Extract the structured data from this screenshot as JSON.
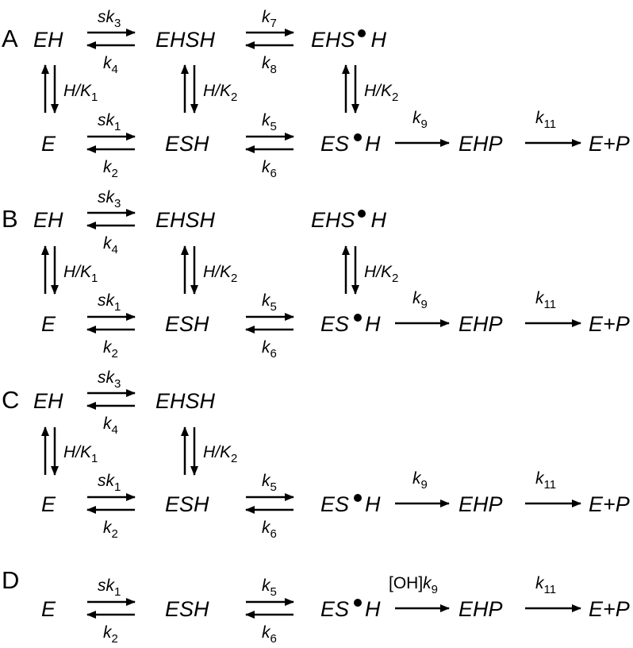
{
  "panels": [
    {
      "letter": "A",
      "top": {
        "EH": "EH",
        "EHSH": "EHSH",
        "EHS": "EHS",
        "H": "H"
      },
      "bottom": {
        "E": "E",
        "ESH": "ESH",
        "ES": "ES",
        "H": "H",
        "EHP": "EHP",
        "EP": "E+P"
      },
      "rates": {
        "t1_top_s": "s",
        "t1_top_k": "k",
        "t1_top_n": "3",
        "t1_bot_k": "k",
        "t1_bot_n": "4",
        "t2_top_k": "k",
        "t2_top_n": "7",
        "t2_bot_k": "k",
        "t2_bot_n": "8",
        "b1_top_s": "s",
        "b1_top_k": "k",
        "b1_top_n": "1",
        "b1_bot_k": "k",
        "b1_bot_n": "2",
        "b2_top_k": "k",
        "b2_top_n": "5",
        "b2_bot_k": "k",
        "b2_bot_n": "6",
        "b3_k": "k",
        "b3_n": "9",
        "b4_k": "k",
        "b4_n": "11"
      },
      "vert": [
        {
          "prefix": "H/",
          "K": "K",
          "n": "1"
        },
        {
          "prefix": "H/",
          "K": "K",
          "n": "2"
        },
        {
          "prefix": "H/",
          "K": "K",
          "n": "2"
        }
      ]
    },
    {
      "letter": "B",
      "top": {
        "EH": "EH",
        "EHSH": "EHSH",
        "EHS": "EHS",
        "H": "H"
      },
      "bottom": {
        "E": "E",
        "ESH": "ESH",
        "ES": "ES",
        "H": "H",
        "EHP": "EHP",
        "EP": "E+P"
      },
      "rates": {
        "t1_top_s": "s",
        "t1_top_k": "k",
        "t1_top_n": "3",
        "t1_bot_k": "k",
        "t1_bot_n": "4",
        "b1_top_s": "s",
        "b1_top_k": "k",
        "b1_top_n": "1",
        "b1_bot_k": "k",
        "b1_bot_n": "2",
        "b2_top_k": "k",
        "b2_top_n": "5",
        "b2_bot_k": "k",
        "b2_bot_n": "6",
        "b3_k": "k",
        "b3_n": "9",
        "b4_k": "k",
        "b4_n": "11"
      },
      "vert": [
        {
          "prefix": "H/",
          "K": "K",
          "n": "1"
        },
        {
          "prefix": "H/",
          "K": "K",
          "n": "2"
        },
        {
          "prefix": "H/",
          "K": "K",
          "n": "2"
        }
      ]
    },
    {
      "letter": "C",
      "top": {
        "EH": "EH",
        "EHSH": "EHSH"
      },
      "bottom": {
        "E": "E",
        "ESH": "ESH",
        "ES": "ES",
        "H": "H",
        "EHP": "EHP",
        "EP": "E+P"
      },
      "rates": {
        "t1_top_s": "s",
        "t1_top_k": "k",
        "t1_top_n": "3",
        "t1_bot_k": "k",
        "t1_bot_n": "4",
        "b1_top_s": "s",
        "b1_top_k": "k",
        "b1_top_n": "1",
        "b1_bot_k": "k",
        "b1_bot_n": "2",
        "b2_top_k": "k",
        "b2_top_n": "5",
        "b2_bot_k": "k",
        "b2_bot_n": "6",
        "b3_k": "k",
        "b3_n": "9",
        "b4_k": "k",
        "b4_n": "11"
      },
      "vert": [
        {
          "prefix": "H/",
          "K": "K",
          "n": "1"
        },
        {
          "prefix": "H/",
          "K": "K",
          "n": "2"
        }
      ]
    },
    {
      "letter": "D",
      "bottom": {
        "E": "E",
        "ESH": "ESH",
        "ES": "ES",
        "H": "H",
        "EHP": "EHP",
        "EP": "E+P"
      },
      "rates": {
        "b1_top_s": "s",
        "b1_top_k": "k",
        "b1_top_n": "1",
        "b1_bot_k": "k",
        "b1_bot_n": "2",
        "b2_top_k": "k",
        "b2_top_n": "5",
        "b2_bot_k": "k",
        "b2_bot_n": "6",
        "b3_oh": "[OH]",
        "b3_k": "k",
        "b3_n": "9",
        "b4_k": "k",
        "b4_n": "11"
      }
    }
  ]
}
